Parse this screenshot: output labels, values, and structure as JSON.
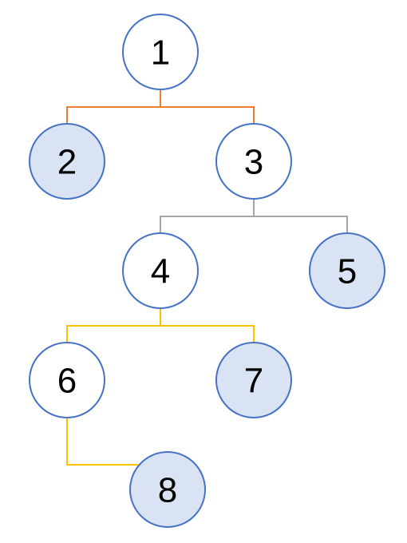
{
  "colors": {
    "node_border": "#4472c4",
    "node_fill_plain": "#ffffff",
    "node_fill_shaded": "#dae3f3",
    "edge_level_1": "#ed7d31",
    "edge_level_2": "#a5a5a5",
    "edge_level_3": "#ffc000"
  },
  "nodes": [
    {
      "id": "1",
      "label": "1",
      "shaded": false
    },
    {
      "id": "2",
      "label": "2",
      "shaded": true
    },
    {
      "id": "3",
      "label": "3",
      "shaded": false
    },
    {
      "id": "4",
      "label": "4",
      "shaded": false
    },
    {
      "id": "5",
      "label": "5",
      "shaded": true
    },
    {
      "id": "6",
      "label": "6",
      "shaded": false
    },
    {
      "id": "7",
      "label": "7",
      "shaded": true
    },
    {
      "id": "8",
      "label": "8",
      "shaded": true
    }
  ],
  "edges": [
    {
      "parent": "1",
      "children": [
        "2",
        "3"
      ],
      "color_key": "edge_level_1"
    },
    {
      "parent": "3",
      "children": [
        "4",
        "5"
      ],
      "color_key": "edge_level_2"
    },
    {
      "parent": "4",
      "children": [
        "6",
        "7"
      ],
      "color_key": "edge_level_3"
    },
    {
      "parent": "6",
      "children": [
        "8"
      ],
      "color_key": "edge_level_3"
    }
  ]
}
